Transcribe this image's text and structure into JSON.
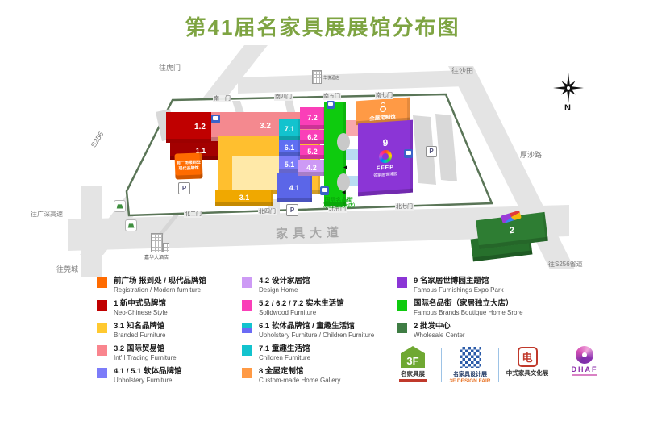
{
  "title": "第41届名家具展展馆分布图",
  "colors": {
    "reg_orange": "#FF6B00",
    "red_12": "#C00000",
    "red_11": "#A30000",
    "yellow_31": "#FFBF2F",
    "yellow_31_top": "#FFE9A8",
    "yellow_31_front": "#F0A800",
    "pink_32": "#F4898F",
    "pink_arm": "#F8A8AC",
    "teal_71": "#12C3CE",
    "blue_61": "#5F6FF2",
    "peri_51": "#7C7CF9",
    "blue_41": "#5B66E8",
    "magenta": "#FA3FB8",
    "lilac_42": "#CD9AF5",
    "green_street": "#0ECB0E",
    "orange_8": "#FF9A45",
    "purple_9": "#8B35D6",
    "green_2": "#2E7D33",
    "green_2b": "#27702C",
    "bridge": "#B9DCF2",
    "title_green": "#7EA442"
  },
  "map": {
    "roads": {
      "to_humen": "往虎门",
      "to_shatian": "往沙田",
      "housha_road": "厚沙路",
      "to_s256": "往S256省道",
      "to_guancheng": "往莞城",
      "to_gs_expressway": "往广深高速",
      "s256": "S256",
      "furniture_avenue": "家具大道"
    },
    "gates": {
      "south1": "南一门",
      "south4": "南四门",
      "south5": "南五门",
      "south7": "南七门",
      "north2": "北二门",
      "north4": "北四门",
      "north5": "北五门",
      "north7": "北七门"
    },
    "compass": "N",
    "hotels": {
      "top": "华悦酒店",
      "bottom": "嘉华大酒店"
    },
    "street": {
      "line1": "国际名品街",
      "line2": "（家居独立大店）"
    },
    "halls": {
      "h12": "1.2",
      "h11": "1.1",
      "h32": "3.2",
      "h31": "3.1",
      "h71": "7.1",
      "h61": "6.1",
      "h51": "5.1",
      "h41": "4.1",
      "h72": "7.2",
      "h62": "6.2",
      "h52": "5.2",
      "h42": "4.2",
      "h9": "9",
      "h2": "2",
      "h8_label": "全屋定制馆",
      "registration_line1": "前广场报到处",
      "registration_line2": "现代品牌馆",
      "ffep": "FFEP",
      "ffep_sub": "名家居世博园"
    },
    "icons": {
      "parking": "P",
      "arrow": "◀"
    }
  },
  "legend": {
    "items": [
      {
        "color": "#FF6B00",
        "zh": "前广场 报到处 / 现代品牌馆",
        "en": "Registration / Modern furniture"
      },
      {
        "color": "#C00000",
        "zh": "1 新中式品牌馆",
        "en": "Neo-Chinese Style"
      },
      {
        "color": "#FFC930",
        "zh": "3.1 知名品牌馆",
        "en": "Branded Furniture"
      },
      {
        "color": "#F9858E",
        "zh": "3.2 国际贸易馆",
        "en": "Int' l Trading Furniture"
      },
      {
        "color": "#7C7CF9",
        "zh": "4.1 / 5.1 软体品牌馆",
        "en": "Upholstery Furniture"
      },
      {
        "color": "#CD9AF5",
        "zh": "4.2 设计家居馆",
        "en": "Design Home"
      },
      {
        "color": "#FA3FB8",
        "zh": "5.2 / 6.2 / 7.2 实木生活馆",
        "en": "Solidwood Furniture"
      },
      {
        "color": "#12C3CE",
        "color2": "#6B6BF5",
        "zh": "6.1 软体品牌馆 / 童趣生活馆",
        "en": "Upholstery Furniture / Children Furniture"
      },
      {
        "color": "#12C3CE",
        "zh": "7.1 童趣生活馆",
        "en": "Children Furniture"
      },
      {
        "color": "#FF9A45",
        "zh": "8 全屋定制馆",
        "en": "Custom-made Home Gallery"
      },
      {
        "color": "#8B35D6",
        "zh": "9 名家居世博园主题馆",
        "en": "Famous Furnishings Expo Park"
      },
      {
        "color": "#0ECB0E",
        "zh": "国际名品街（家居独立大店）",
        "en": "Famous Brands Boutique Home Srore"
      },
      {
        "color": "#3F7D44",
        "zh": "2 批发中心",
        "en": "Wholesale Center"
      }
    ]
  },
  "logos": {
    "fair": {
      "badge": "3F",
      "name": "名家具展"
    },
    "design": {
      "name": "名家具设计展",
      "sub": "3F DESIGN FAIR"
    },
    "culture": {
      "name": "中式家具文化展",
      "seal": "电"
    },
    "dhaf": {
      "name": "DHAF"
    }
  }
}
